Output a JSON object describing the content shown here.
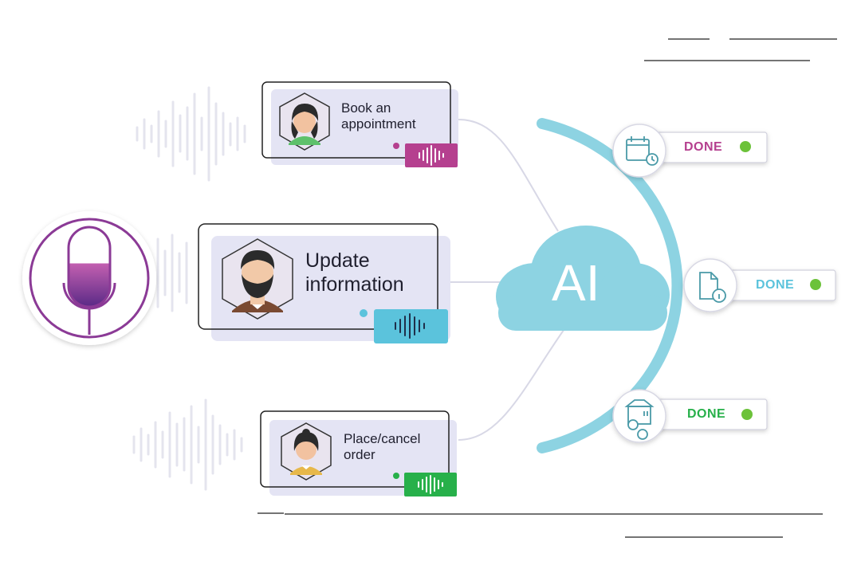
{
  "cards": [
    {
      "label_line1": "Book an",
      "label_line2": "appointment",
      "color": "#b5408f"
    },
    {
      "label_line1": "Update",
      "label_line2": "information",
      "color": "#5bc3dc"
    },
    {
      "label_line1": "Place/cancel",
      "label_line2": "order",
      "color": "#27b04a"
    }
  ],
  "cloud": {
    "label": "AI",
    "color": "#8dd3e2"
  },
  "statuses": [
    {
      "label": "DONE",
      "color": "#b5408f",
      "icon": "calendar-clock-icon"
    },
    {
      "label": "DONE",
      "color": "#5bc3dc",
      "icon": "document-info-icon"
    },
    {
      "label": "DONE",
      "color": "#27b04a",
      "icon": "box-order-icon"
    }
  ],
  "colors": {
    "status_dot": "#6cc23a",
    "arc": "#8dd3e2",
    "card_bg": "#e4e4f4",
    "mic_purple": "#8b3a96"
  }
}
